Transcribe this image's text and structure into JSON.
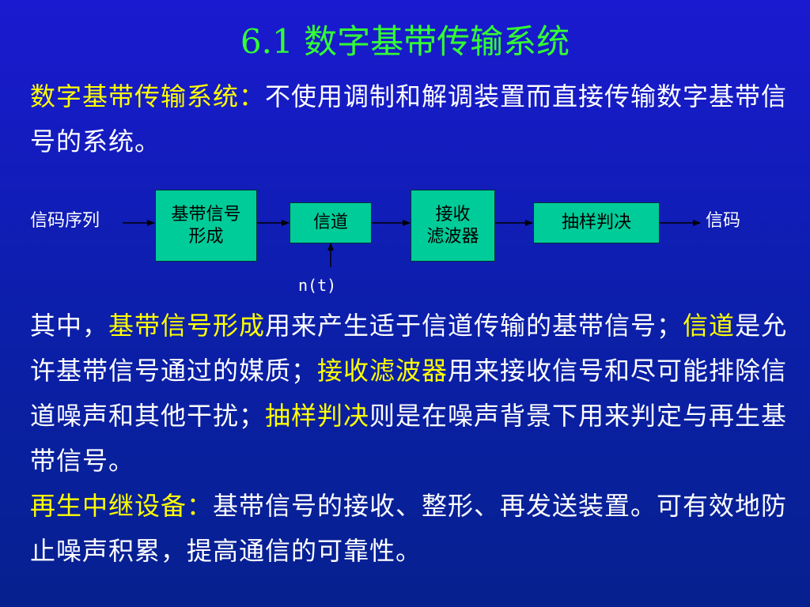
{
  "title": "6.1  数字基带传输系统",
  "definition": {
    "term": "数字基带传输系统：",
    "text": "不使用调制和解调装置而直接传输数字基带信号的系统。"
  },
  "diagram": {
    "input_label": "信码序列",
    "output_label": "信码",
    "noise_label": "n(t)",
    "blocks": [
      {
        "line1": "基带信号",
        "line2": "形成"
      },
      {
        "line1": "信道",
        "line2": ""
      },
      {
        "line1": "接收",
        "line2": "滤波器"
      },
      {
        "line1": "抽样判决",
        "line2": ""
      }
    ]
  },
  "explanation": {
    "t0": "其中，",
    "h1": "基带信号形成",
    "t1": "用来产生适于信道传输的基带信号；",
    "h2": "信道",
    "t2": "是允许基带信号通过的媒质；",
    "h3": "接收滤波器",
    "t3": "用来接收信号和尽可能排除信道噪声和其他干扰；",
    "h4": "抽样判决",
    "t4": "则是在噪声背景下用来判定与再生基带信号。",
    "h5": "再生中继设备：",
    "t5": "基带信号的接收、整形、再发送装置。可有效地防止噪声积累，提高通信的可靠性。"
  },
  "colors": {
    "background": "#0b1fa8",
    "title": "#33ff33",
    "highlight": "#ffff00",
    "block_fill": "#00cc99"
  }
}
